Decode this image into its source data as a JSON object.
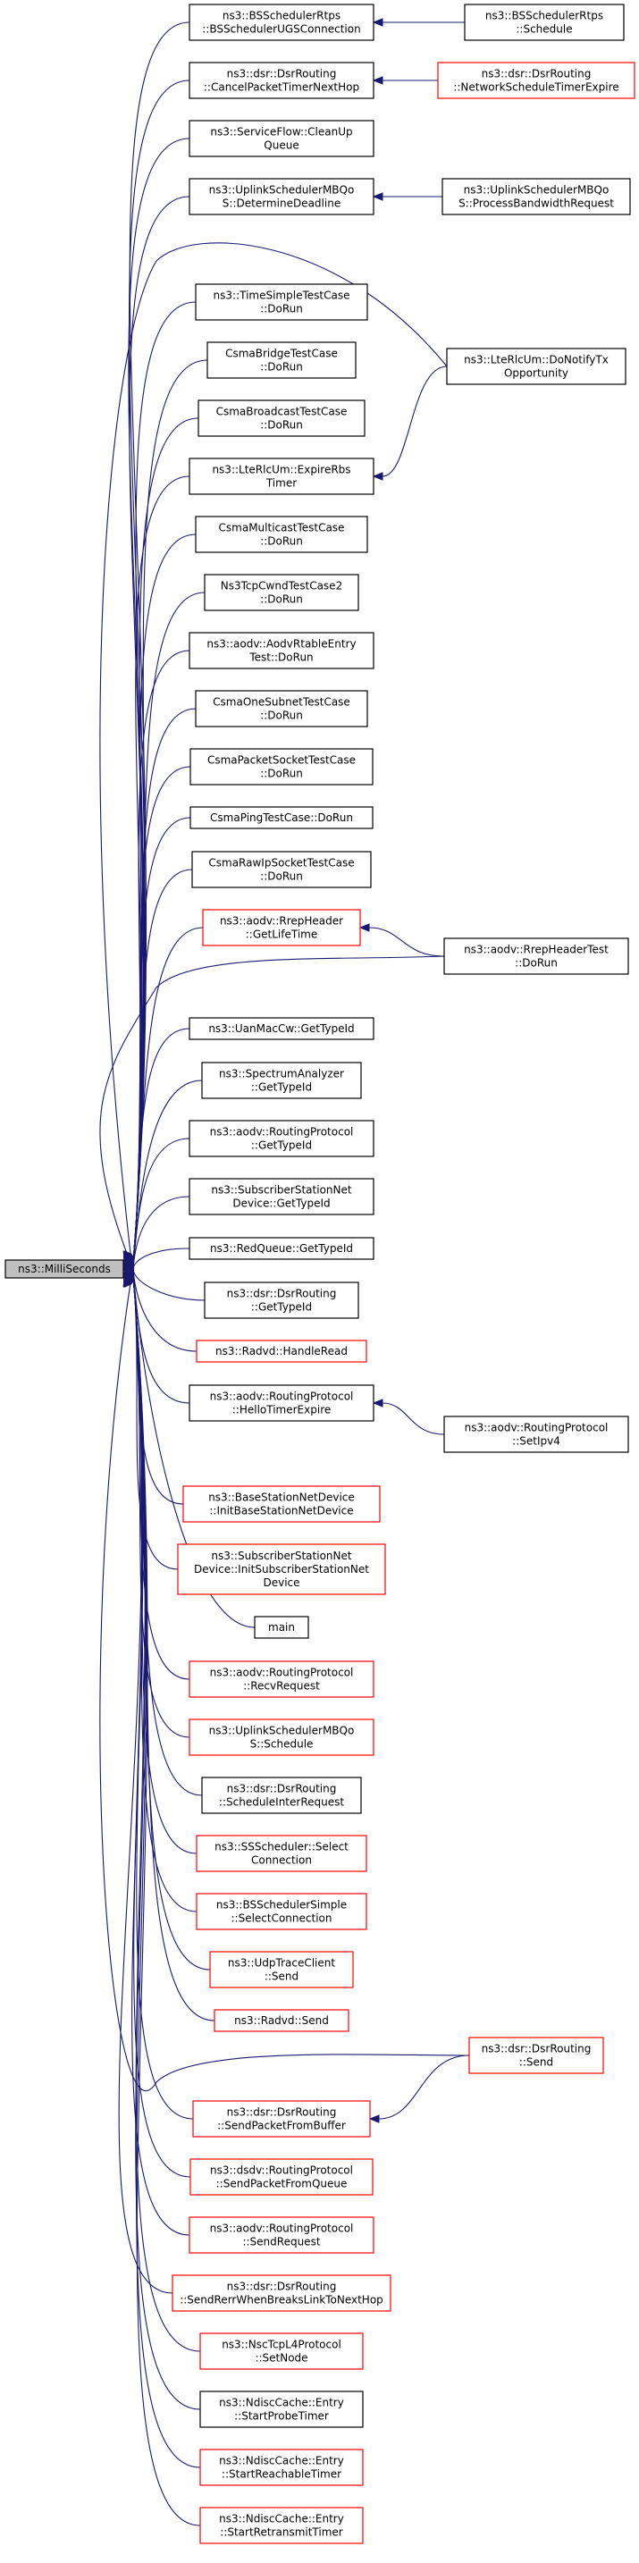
{
  "graph": {
    "root": {
      "id": "root",
      "lines": [
        "ns3::MilliSeconds"
      ],
      "red": false
    },
    "callers": [
      {
        "id": "n1",
        "lines": [
          "ns3::BSSchedulerRtps",
          "::BSSchedulerUGSConnection"
        ],
        "red": false
      },
      {
        "id": "n2",
        "lines": [
          "ns3::dsr::DsrRouting",
          "::CancelPacketTimerNextHop"
        ],
        "red": false
      },
      {
        "id": "n3",
        "lines": [
          "ns3::ServiceFlow::CleanUp",
          "Queue"
        ],
        "red": false
      },
      {
        "id": "n4",
        "lines": [
          "ns3::UplinkSchedulerMBQo",
          "S::DetermineDeadline"
        ],
        "red": false
      },
      {
        "id": "n5",
        "lines": [
          "ns3::TimeSimpleTestCase",
          "::DoRun"
        ],
        "red": false
      },
      {
        "id": "n6",
        "lines": [
          "CsmaBridgeTestCase",
          "::DoRun"
        ],
        "red": false
      },
      {
        "id": "n7",
        "lines": [
          "CsmaBroadcastTestCase",
          "::DoRun"
        ],
        "red": false
      },
      {
        "id": "n8",
        "lines": [
          "ns3::LteRlcUm::ExpireRbs",
          "Timer"
        ],
        "red": false
      },
      {
        "id": "n9",
        "lines": [
          "CsmaMulticastTestCase",
          "::DoRun"
        ],
        "red": false
      },
      {
        "id": "n10",
        "lines": [
          "Ns3TcpCwndTestCase2",
          "::DoRun"
        ],
        "red": false
      },
      {
        "id": "n11",
        "lines": [
          "ns3::aodv::AodvRtableEntry",
          "Test::DoRun"
        ],
        "red": false
      },
      {
        "id": "n12",
        "lines": [
          "CsmaOneSubnetTestCase",
          "::DoRun"
        ],
        "red": false
      },
      {
        "id": "n13",
        "lines": [
          "CsmaPacketSocketTestCase",
          "::DoRun"
        ],
        "red": false
      },
      {
        "id": "n14",
        "lines": [
          "CsmaPingTestCase::DoRun"
        ],
        "red": false
      },
      {
        "id": "n15",
        "lines": [
          "CsmaRawIpSocketTestCase",
          "::DoRun"
        ],
        "red": false
      },
      {
        "id": "n16",
        "lines": [
          "ns3::aodv::RrepHeader",
          "::GetLifeTime"
        ],
        "red": true
      },
      {
        "id": "n17",
        "lines": [
          "ns3::UanMacCw::GetTypeId"
        ],
        "red": false
      },
      {
        "id": "n18",
        "lines": [
          "ns3::SpectrumAnalyzer",
          "::GetTypeId"
        ],
        "red": false
      },
      {
        "id": "n19",
        "lines": [
          "ns3::aodv::RoutingProtocol",
          "::GetTypeId"
        ],
        "red": false
      },
      {
        "id": "n20",
        "lines": [
          "ns3::SubscriberStationNet",
          "Device::GetTypeId"
        ],
        "red": false
      },
      {
        "id": "n21",
        "lines": [
          "ns3::RedQueue::GetTypeId"
        ],
        "red": false
      },
      {
        "id": "n22",
        "lines": [
          "ns3::dsr::DsrRouting",
          "::GetTypeId"
        ],
        "red": false
      },
      {
        "id": "n23",
        "lines": [
          "ns3::Radvd::HandleRead"
        ],
        "red": true
      },
      {
        "id": "n24",
        "lines": [
          "ns3::aodv::RoutingProtocol",
          "::HelloTimerExpire"
        ],
        "red": false
      },
      {
        "id": "n25",
        "lines": [
          "ns3::BaseStationNetDevice",
          "::InitBaseStationNetDevice"
        ],
        "red": true
      },
      {
        "id": "n26",
        "lines": [
          "ns3::SubscriberStationNet",
          "Device::InitSubscriberStationNet",
          "Device"
        ],
        "red": true
      },
      {
        "id": "n27",
        "lines": [
          "main"
        ],
        "red": false
      },
      {
        "id": "n28",
        "lines": [
          "ns3::aodv::RoutingProtocol",
          "::RecvRequest"
        ],
        "red": true
      },
      {
        "id": "n29",
        "lines": [
          "ns3::UplinkSchedulerMBQo",
          "S::Schedule"
        ],
        "red": true
      },
      {
        "id": "n30",
        "lines": [
          "ns3::dsr::DsrRouting",
          "::ScheduleInterRequest"
        ],
        "red": false
      },
      {
        "id": "n31",
        "lines": [
          "ns3::SSScheduler::Select",
          "Connection"
        ],
        "red": true
      },
      {
        "id": "n32",
        "lines": [
          "ns3::BSSchedulerSimple",
          "::SelectConnection"
        ],
        "red": true
      },
      {
        "id": "n33",
        "lines": [
          "ns3::UdpTraceClient",
          "::Send"
        ],
        "red": true
      },
      {
        "id": "n34",
        "lines": [
          "ns3::Radvd::Send"
        ],
        "red": true
      },
      {
        "id": "n35",
        "lines": [
          "ns3::dsr::DsrRouting",
          "::SendPacketFromBuffer"
        ],
        "red": true
      },
      {
        "id": "n36",
        "lines": [
          "ns3::dsdv::RoutingProtocol",
          "::SendPacketFromQueue"
        ],
        "red": true
      },
      {
        "id": "n37",
        "lines": [
          "ns3::aodv::RoutingProtocol",
          "::SendRequest"
        ],
        "red": true
      },
      {
        "id": "n38",
        "lines": [
          "ns3::dsr::DsrRouting",
          "::SendRerrWhenBreaksLinkToNextHop"
        ],
        "red": true
      },
      {
        "id": "n39",
        "lines": [
          "ns3::NscTcpL4Protocol",
          "::SetNode"
        ],
        "red": true
      },
      {
        "id": "n40",
        "lines": [
          "ns3::NdiscCache::Entry",
          "::StartProbeTimer"
        ],
        "red": false
      },
      {
        "id": "n41",
        "lines": [
          "ns3::NdiscCache::Entry",
          "::StartReachableTimer"
        ],
        "red": true
      },
      {
        "id": "n42",
        "lines": [
          "ns3::NdiscCache::Entry",
          "::StartRetransmitTimer"
        ],
        "red": true
      }
    ],
    "outer": [
      {
        "id": "o1",
        "lines": [
          "ns3::BSSchedulerRtps",
          "::Schedule"
        ],
        "red": false
      },
      {
        "id": "o2",
        "lines": [
          "ns3::dsr::DsrRouting",
          "::NetworkScheduleTimerExpire"
        ],
        "red": true
      },
      {
        "id": "o3",
        "lines": [
          "ns3::UplinkSchedulerMBQo",
          "S::ProcessBandwidthRequest"
        ],
        "red": false
      },
      {
        "id": "o4",
        "lines": [
          "ns3::LteRlcUm::DoNotifyTx",
          "Opportunity"
        ],
        "red": false
      },
      {
        "id": "o5",
        "lines": [
          "ns3::aodv::RrepHeaderTest",
          "::DoRun"
        ],
        "red": false
      },
      {
        "id": "o6",
        "lines": [
          "ns3::aodv::RoutingProtocol",
          "::SetIpv4"
        ],
        "red": false
      },
      {
        "id": "o7",
        "lines": [
          "ns3::dsr::DsrRouting",
          "::Send"
        ],
        "red": true
      }
    ],
    "edges": [
      {
        "from": "n1",
        "to": "root"
      },
      {
        "from": "n2",
        "to": "root"
      },
      {
        "from": "n3",
        "to": "root"
      },
      {
        "from": "n4",
        "to": "root"
      },
      {
        "from": "o4",
        "to": "root"
      },
      {
        "from": "n5",
        "to": "root"
      },
      {
        "from": "n6",
        "to": "root"
      },
      {
        "from": "n7",
        "to": "root"
      },
      {
        "from": "n8",
        "to": "root"
      },
      {
        "from": "n9",
        "to": "root"
      },
      {
        "from": "n10",
        "to": "root"
      },
      {
        "from": "n11",
        "to": "root"
      },
      {
        "from": "n12",
        "to": "root"
      },
      {
        "from": "n13",
        "to": "root"
      },
      {
        "from": "n14",
        "to": "root"
      },
      {
        "from": "n15",
        "to": "root"
      },
      {
        "from": "n16",
        "to": "root"
      },
      {
        "from": "o5",
        "to": "root"
      },
      {
        "from": "n17",
        "to": "root"
      },
      {
        "from": "n18",
        "to": "root"
      },
      {
        "from": "n19",
        "to": "root"
      },
      {
        "from": "n20",
        "to": "root"
      },
      {
        "from": "n21",
        "to": "root"
      },
      {
        "from": "n22",
        "to": "root"
      },
      {
        "from": "n23",
        "to": "root"
      },
      {
        "from": "n24",
        "to": "root"
      },
      {
        "from": "n25",
        "to": "root"
      },
      {
        "from": "n26",
        "to": "root"
      },
      {
        "from": "n27",
        "to": "root"
      },
      {
        "from": "n28",
        "to": "root"
      },
      {
        "from": "n29",
        "to": "root"
      },
      {
        "from": "n30",
        "to": "root"
      },
      {
        "from": "n31",
        "to": "root"
      },
      {
        "from": "n32",
        "to": "root"
      },
      {
        "from": "n33",
        "to": "root"
      },
      {
        "from": "n34",
        "to": "root"
      },
      {
        "from": "o7",
        "to": "root"
      },
      {
        "from": "n35",
        "to": "root"
      },
      {
        "from": "n36",
        "to": "root"
      },
      {
        "from": "n37",
        "to": "root"
      },
      {
        "from": "n38",
        "to": "root"
      },
      {
        "from": "n39",
        "to": "root"
      },
      {
        "from": "n40",
        "to": "root"
      },
      {
        "from": "n41",
        "to": "root"
      },
      {
        "from": "n42",
        "to": "root"
      },
      {
        "from": "o1",
        "to": "n1"
      },
      {
        "from": "o2",
        "to": "n2"
      },
      {
        "from": "o3",
        "to": "n4"
      },
      {
        "from": "o4",
        "to": "n8"
      },
      {
        "from": "o5",
        "to": "n16"
      },
      {
        "from": "o6",
        "to": "n24"
      },
      {
        "from": "o7",
        "to": "n35"
      }
    ],
    "colors": {
      "edge": "#191970",
      "node_border": "#000000",
      "node_border_red": "#ff0000",
      "root_fill": "#bfbfbf"
    }
  }
}
